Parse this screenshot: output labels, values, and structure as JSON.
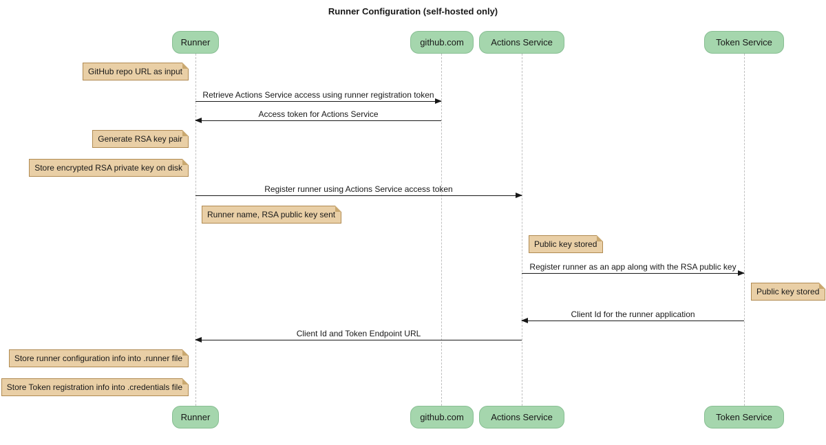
{
  "diagram": {
    "title": "Runner Configuration (self-hosted only)",
    "type": "sequence-diagram",
    "colors": {
      "participant_fill": "#A5D6AD",
      "participant_border": "#87BE92",
      "note_fill": "#E9CFA6",
      "note_border": "#B08A51",
      "note_fold": "#C9A870",
      "lifeline": "#BFBFBF",
      "arrow": "#181818",
      "text": "#181818"
    }
  },
  "participants": [
    {
      "id": "runner",
      "label": "Runner"
    },
    {
      "id": "github",
      "label": "github.com"
    },
    {
      "id": "actions-service",
      "label": "Actions Service"
    },
    {
      "id": "token-service",
      "label": "Token Service"
    }
  ],
  "messages": [
    {
      "from": "runner",
      "to": "github",
      "direction": "right",
      "label": "Retrieve Actions Service access using runner registration token"
    },
    {
      "from": "github",
      "to": "runner",
      "direction": "left",
      "label": "Access token for Actions Service"
    },
    {
      "from": "runner",
      "to": "actions-service",
      "direction": "right",
      "label": "Register runner using Actions Service access token"
    },
    {
      "from": "actions-service",
      "to": "token-service",
      "direction": "right",
      "label": "Register runner as an app along with the RSA public key"
    },
    {
      "from": "token-service",
      "to": "actions-service",
      "direction": "left",
      "label": "Client Id for the runner application"
    },
    {
      "from": "actions-service",
      "to": "runner",
      "direction": "left",
      "label": "Client Id and Token Endpoint URL"
    }
  ],
  "notes": [
    {
      "position": "left of runner",
      "label": "GitHub repo URL as input"
    },
    {
      "position": "left of runner",
      "label": "Generate RSA key pair"
    },
    {
      "position": "left of runner",
      "label": "Store encrypted RSA private key on disk"
    },
    {
      "position": "right of runner",
      "label": "Runner name, RSA public key sent"
    },
    {
      "position": "right of actions-service",
      "label": "Public key stored"
    },
    {
      "position": "right of token-service",
      "label": "Public key stored"
    },
    {
      "position": "left of runner",
      "label": "Store runner configuration info into .runner file"
    },
    {
      "position": "left of runner",
      "label": "Store Token registration info into .credentials file"
    }
  ]
}
